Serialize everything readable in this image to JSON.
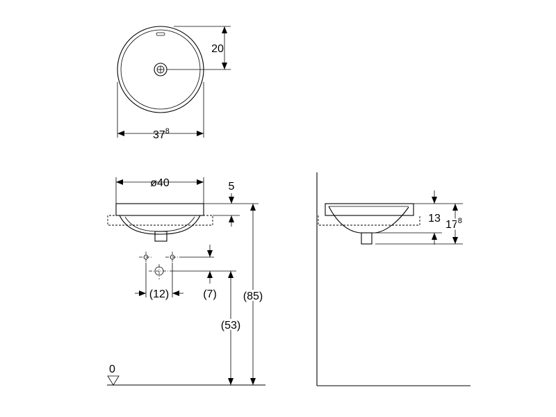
{
  "top_view": {
    "depth_dim": "20",
    "width_dim_main": "37",
    "width_dim_sup": "8"
  },
  "front_view": {
    "diameter_dim": "ø40",
    "rim_dim": "5",
    "offset_dim": "(12)",
    "supply_height_dim": "(7)",
    "drain_height_dim": "(53)",
    "total_height_dim": "(85)",
    "floor_label": "0"
  },
  "side_view": {
    "bowl_depth_dim": "13",
    "total_depth_main": "17",
    "total_depth_sup": "8"
  }
}
